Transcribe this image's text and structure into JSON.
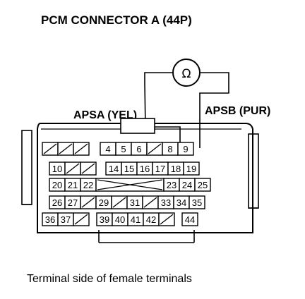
{
  "title": "PCM CONNECTOR A (44P)",
  "probe_left_label": "APSA (YEL)",
  "probe_right_label": "APSB (PUR)",
  "meter_symbol": "Ω",
  "caption": "Terminal side of female terminals",
  "icons": {
    "meter": "ohmmeter-icon"
  },
  "terminals": {
    "row1": [
      "",
      "",
      "",
      "4",
      "5",
      "6",
      "",
      "8",
      "9"
    ],
    "row2": [
      "10",
      "",
      "",
      "14",
      "15",
      "16",
      "17",
      "18",
      "19"
    ],
    "row3": [
      "20",
      "21",
      "22",
      "",
      "23",
      "24",
      "25"
    ],
    "row4": [
      "26",
      "27",
      "",
      "29",
      "",
      "31",
      "",
      "33",
      "34",
      "35"
    ],
    "row5": [
      "36",
      "37",
      "",
      "39",
      "40",
      "41",
      "42",
      "",
      "44"
    ]
  }
}
